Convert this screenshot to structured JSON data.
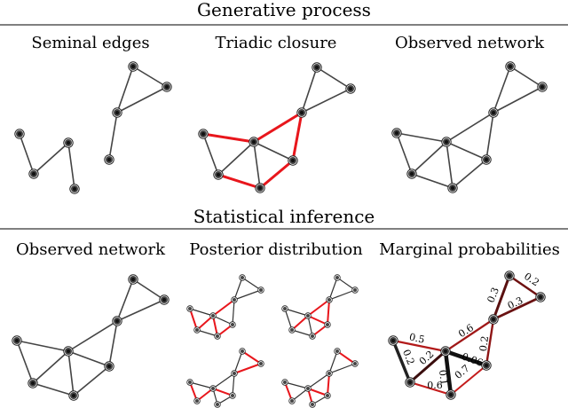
{
  "headings": {
    "generative": "Generative process",
    "inference": "Statistical inference"
  },
  "panels": {
    "seminal": "Seminal edges",
    "triadic": "Triadic closure",
    "observed_top": "Observed network",
    "observed_bottom": "Observed network",
    "posterior": "Posterior distribution",
    "marginal": "Marginal probabilities"
  },
  "edge_probabilities": [
    "0.5",
    "0.2",
    "0.2",
    "0.06",
    "0.1",
    "0.7",
    "0.6",
    "0.6",
    "0.2",
    "0.3",
    "0.3",
    "0.2"
  ],
  "colors": {
    "seminal_edge": "#444444",
    "triadic_edge": "#e8161c",
    "node_fill": "#333333",
    "separator": "#000000"
  }
}
